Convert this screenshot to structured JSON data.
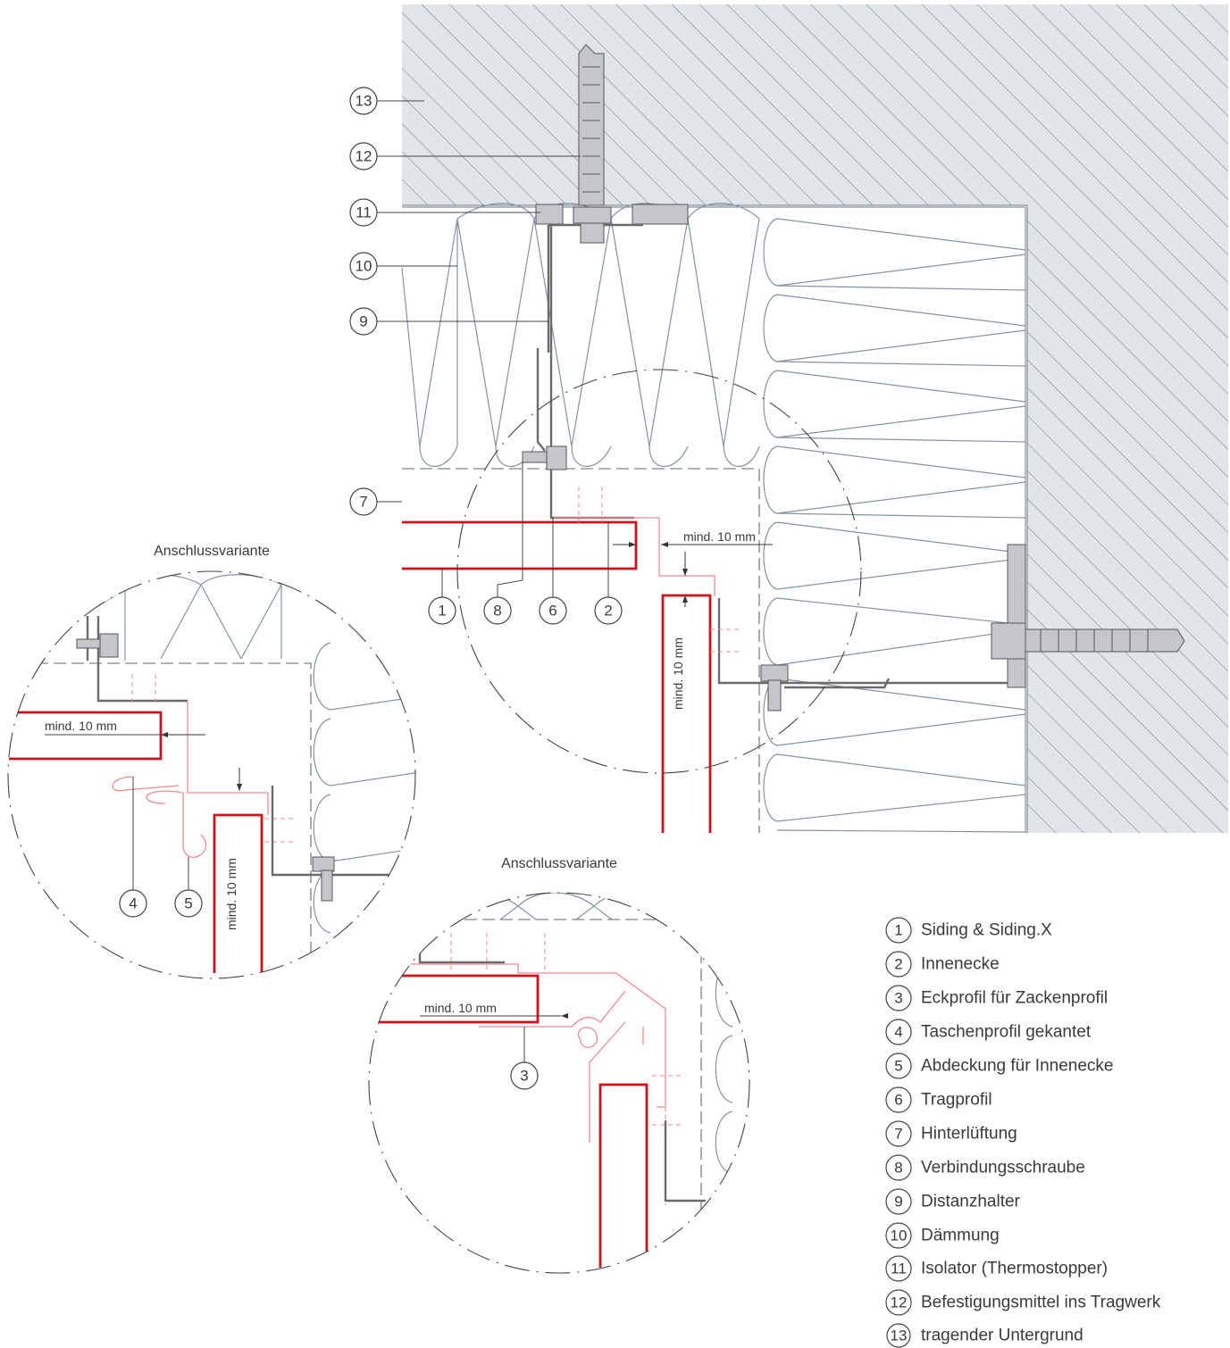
{
  "callouts": [
    "1",
    "2",
    "3",
    "4",
    "5",
    "6",
    "7",
    "8",
    "9",
    "10",
    "11",
    "12",
    "13"
  ],
  "dimension_label": "mind. 10 mm",
  "variant_caption": "Anschlussvariante",
  "legend": [
    {
      "num": "1",
      "text": "Siding & Siding.X"
    },
    {
      "num": "2",
      "text": "Innenecke"
    },
    {
      "num": "3",
      "text": "Eckprofil für Zackenprofil"
    },
    {
      "num": "4",
      "text": "Taschenprofil gekantet"
    },
    {
      "num": "5",
      "text": "Abdeckung für Innenecke"
    },
    {
      "num": "6",
      "text": "Tragprofil"
    },
    {
      "num": "7",
      "text": "Hinterlüftung"
    },
    {
      "num": "8",
      "text": "Verbindungsschraube"
    },
    {
      "num": "9",
      "text": "Distanzhalter"
    },
    {
      "num": "10",
      "text": "Dämmung"
    },
    {
      "num": "11",
      "text": "Isolator (Thermostopper)"
    },
    {
      "num": "12",
      "text": "Befestigungsmittel ins Tragwerk"
    },
    {
      "num": "13",
      "text": "tragender Untergrund"
    }
  ],
  "colors": {
    "substrate": "#dfe5e9",
    "hatch": "#6f7a82",
    "insulation": "#8593a0",
    "cladding": "#d1101b",
    "accessory": "#f08a8f",
    "metal": "#6b6b6b"
  }
}
